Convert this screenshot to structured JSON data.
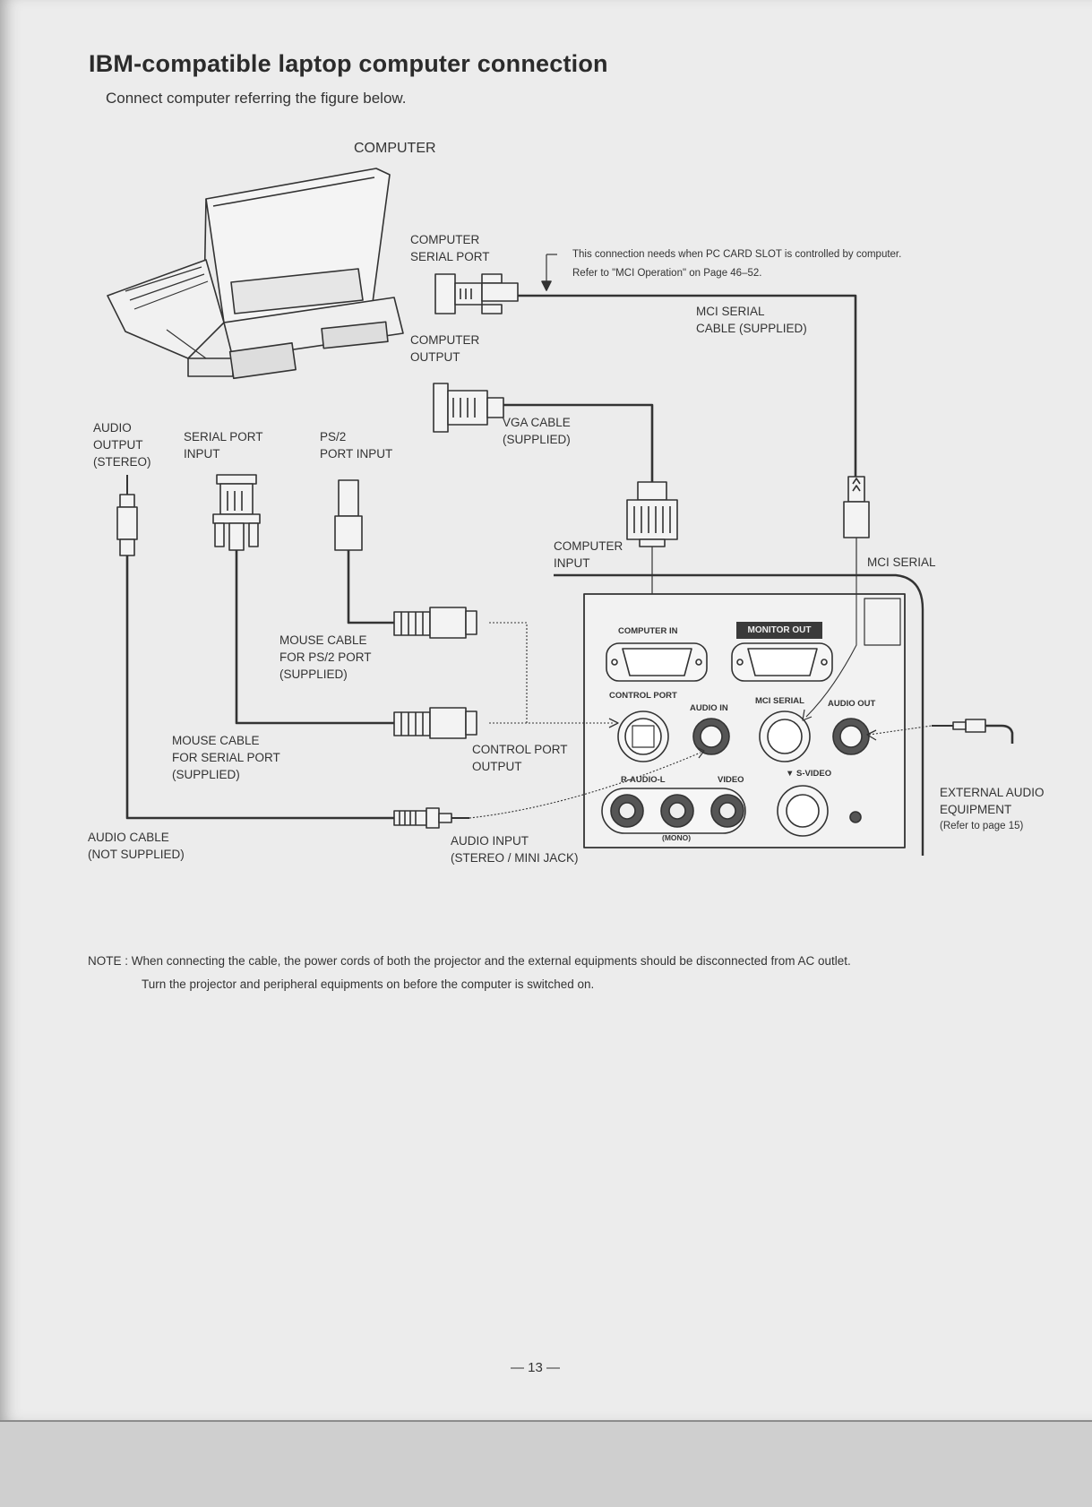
{
  "title": "IBM-compatible laptop computer connection",
  "subtitle": "Connect computer referring the figure below.",
  "labels": {
    "computer": "COMPUTER",
    "computer_serial_port": "COMPUTER\nSERIAL PORT",
    "pc_card_note_line1": "This connection needs when PC CARD SLOT is controlled by computer.",
    "pc_card_note_line2": "Refer to \"MCI Operation\" on Page 46–52.",
    "mci_serial_cable": "MCI SERIAL\nCABLE (SUPPLIED)",
    "computer_output": "COMPUTER\nOUTPUT",
    "vga_cable": "VGA CABLE\n(SUPPLIED)",
    "audio_output": "AUDIO\nOUTPUT\n(STEREO)",
    "serial_port_input": "SERIAL PORT\nINPUT",
    "ps2_port_input": "PS/2\nPORT INPUT",
    "computer_input": "COMPUTER\nINPUT",
    "mci_serial": "MCI SERIAL",
    "mouse_cable_ps2": "MOUSE CABLE\nFOR PS/2 PORT\n(SUPPLIED)",
    "mouse_cable_serial": "MOUSE CABLE\nFOR SERIAL PORT\n(SUPPLIED)",
    "control_port_output": "CONTROL PORT\nOUTPUT",
    "audio_cable": "AUDIO CABLE\n(NOT SUPPLIED)",
    "audio_input": "AUDIO INPUT\n(STEREO / MINI JACK)",
    "external_audio": "EXTERNAL AUDIO\nEQUIPMENT",
    "external_audio_ref": "(Refer to page 15)"
  },
  "panel": {
    "computer_in": "COMPUTER IN",
    "monitor_out": "MONITOR OUT",
    "control_port": "CONTROL PORT",
    "audio_in": "AUDIO IN",
    "mci_serial": "MCI SERIAL",
    "audio_out": "AUDIO OUT",
    "audio_l": "R-AUDIO-L",
    "video": "VIDEO",
    "s_video": "▼ S-VIDEO",
    "mono": "(MONO)"
  },
  "note": {
    "line1": "NOTE : When connecting the cable, the power cords of  both the projector and the external equipments should be disconnected from AC outlet.",
    "line2": "Turn the projector and peripheral equipments on before the computer is switched on."
  },
  "page_number": "— 13 —"
}
